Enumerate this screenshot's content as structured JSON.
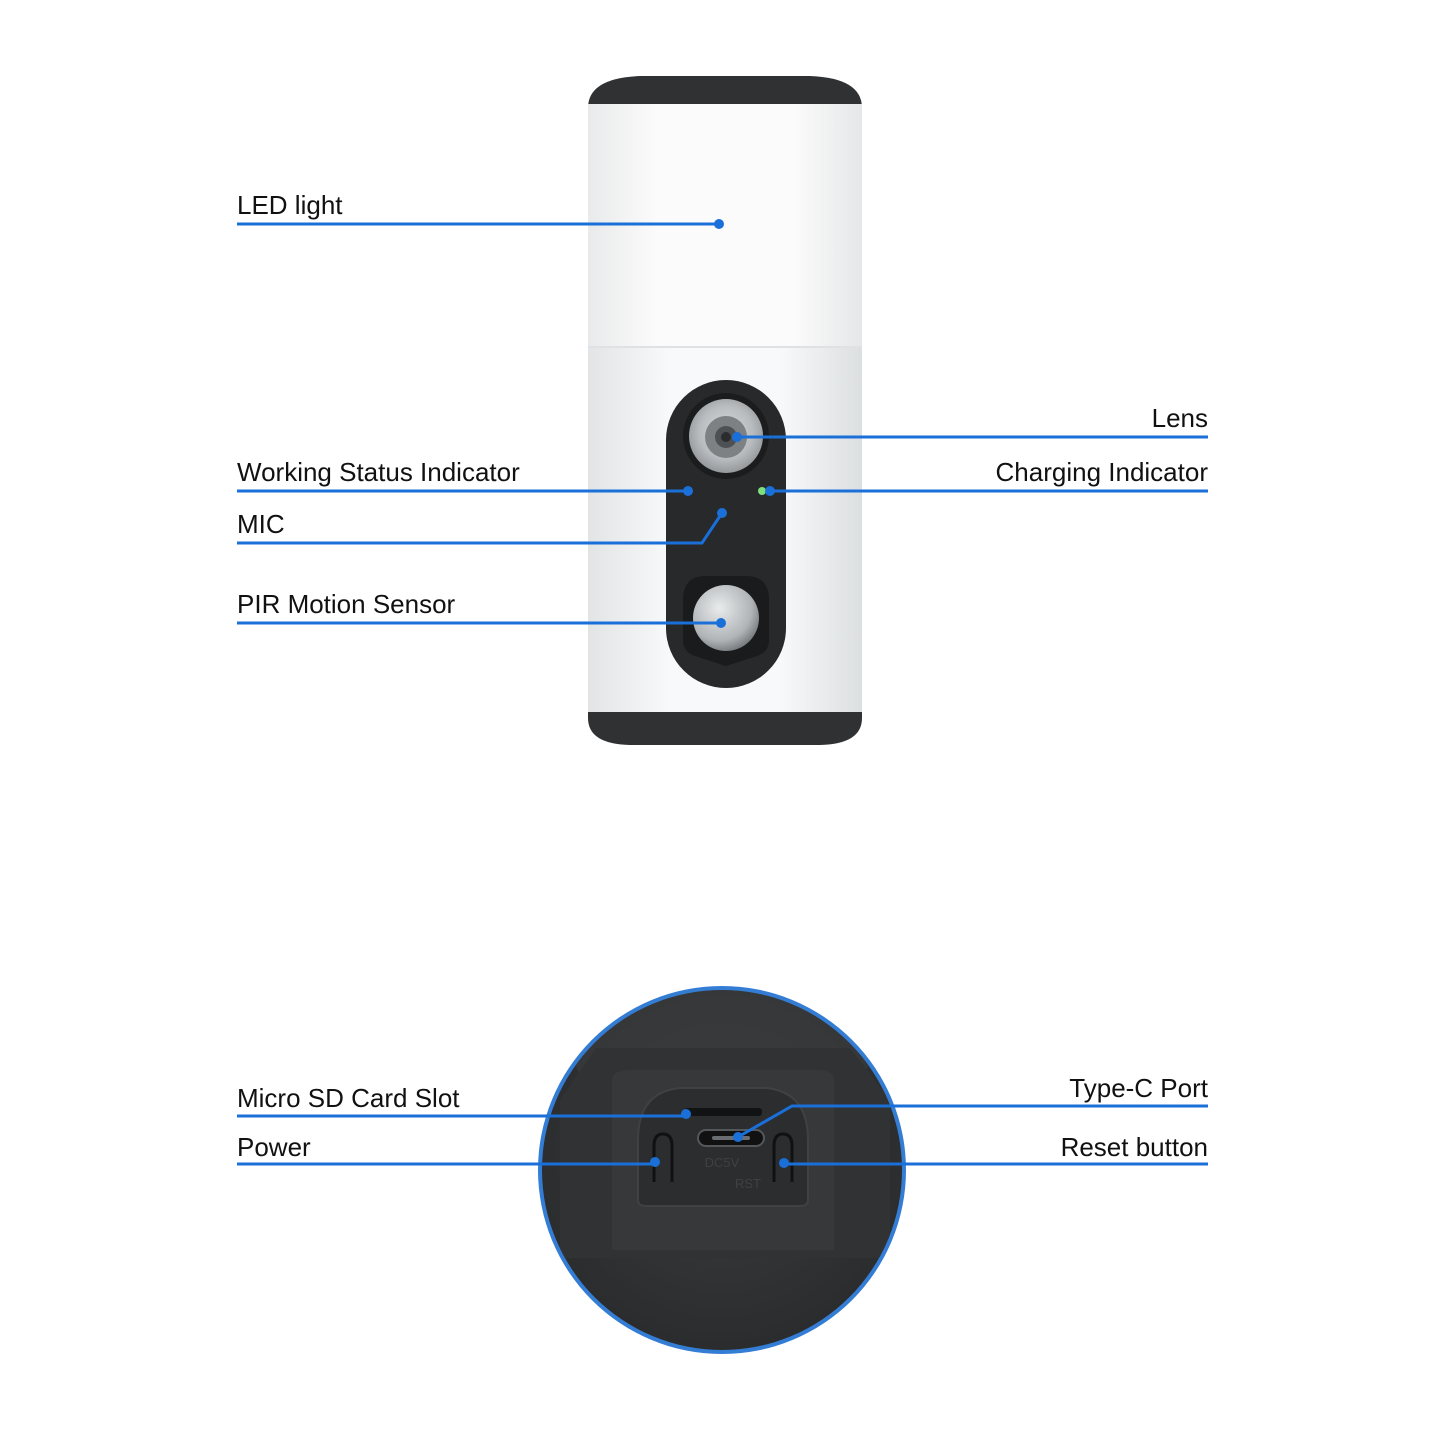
{
  "colors": {
    "accent": "#1a6fd8",
    "housing_dark": "#2f3133",
    "housing_white": "#f7f8f9",
    "status_led": "#8fd3ff",
    "charge_led": "#7de07a"
  },
  "labels": {
    "led_light": "LED light",
    "lens": "Lens",
    "working_status": "Working Status Indicator",
    "charging": "Charging Indicator",
    "mic": "MIC",
    "pir": "PIR Motion Sensor",
    "sd_slot": "Micro SD Card Slot",
    "type_c": "Type-C Port",
    "power": "Power",
    "reset": "Reset button"
  },
  "bottom_markings": {
    "port_text": "DC5V",
    "reset_text": "RST"
  }
}
